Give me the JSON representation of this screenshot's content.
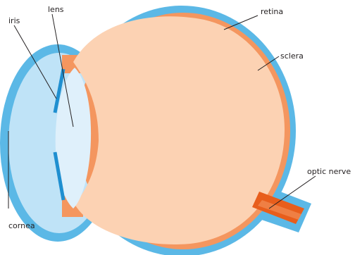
{
  "labels": {
    "lens": "lens",
    "iris": "iris",
    "retina": "retina",
    "sclera": "sclera",
    "optic_nerve": "optic nerve",
    "cornea": "cornea"
  },
  "colors": {
    "sclera_outer": "#5bb8e6",
    "cornea_fill": "#bfe3f7",
    "retina_band": "#f4965f",
    "vitreous": "#fcd2b3",
    "lens_fill": "#dff0fb",
    "iris": "#1f8fd0",
    "optic_nerve_core": "#e85e1c",
    "leader_line": "#231f20"
  }
}
